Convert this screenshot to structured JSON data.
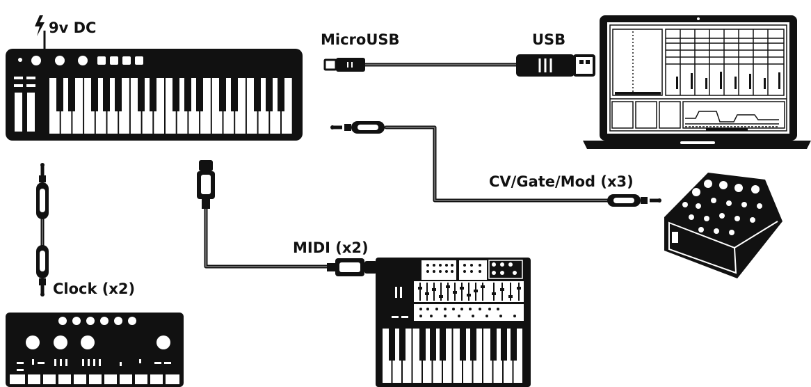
{
  "labels": {
    "power": "9v DC",
    "microusb": "MicroUSB",
    "usb": "USB",
    "cv": "CV/Gate/Mod (x3)",
    "midi": "MIDI (x2)",
    "clock": "Clock (x2)"
  },
  "icons": {
    "power": "lightning-bolt-icon"
  },
  "colors": {
    "ink": "#111111",
    "paper": "#ffffff",
    "cable_core": "#555555"
  }
}
